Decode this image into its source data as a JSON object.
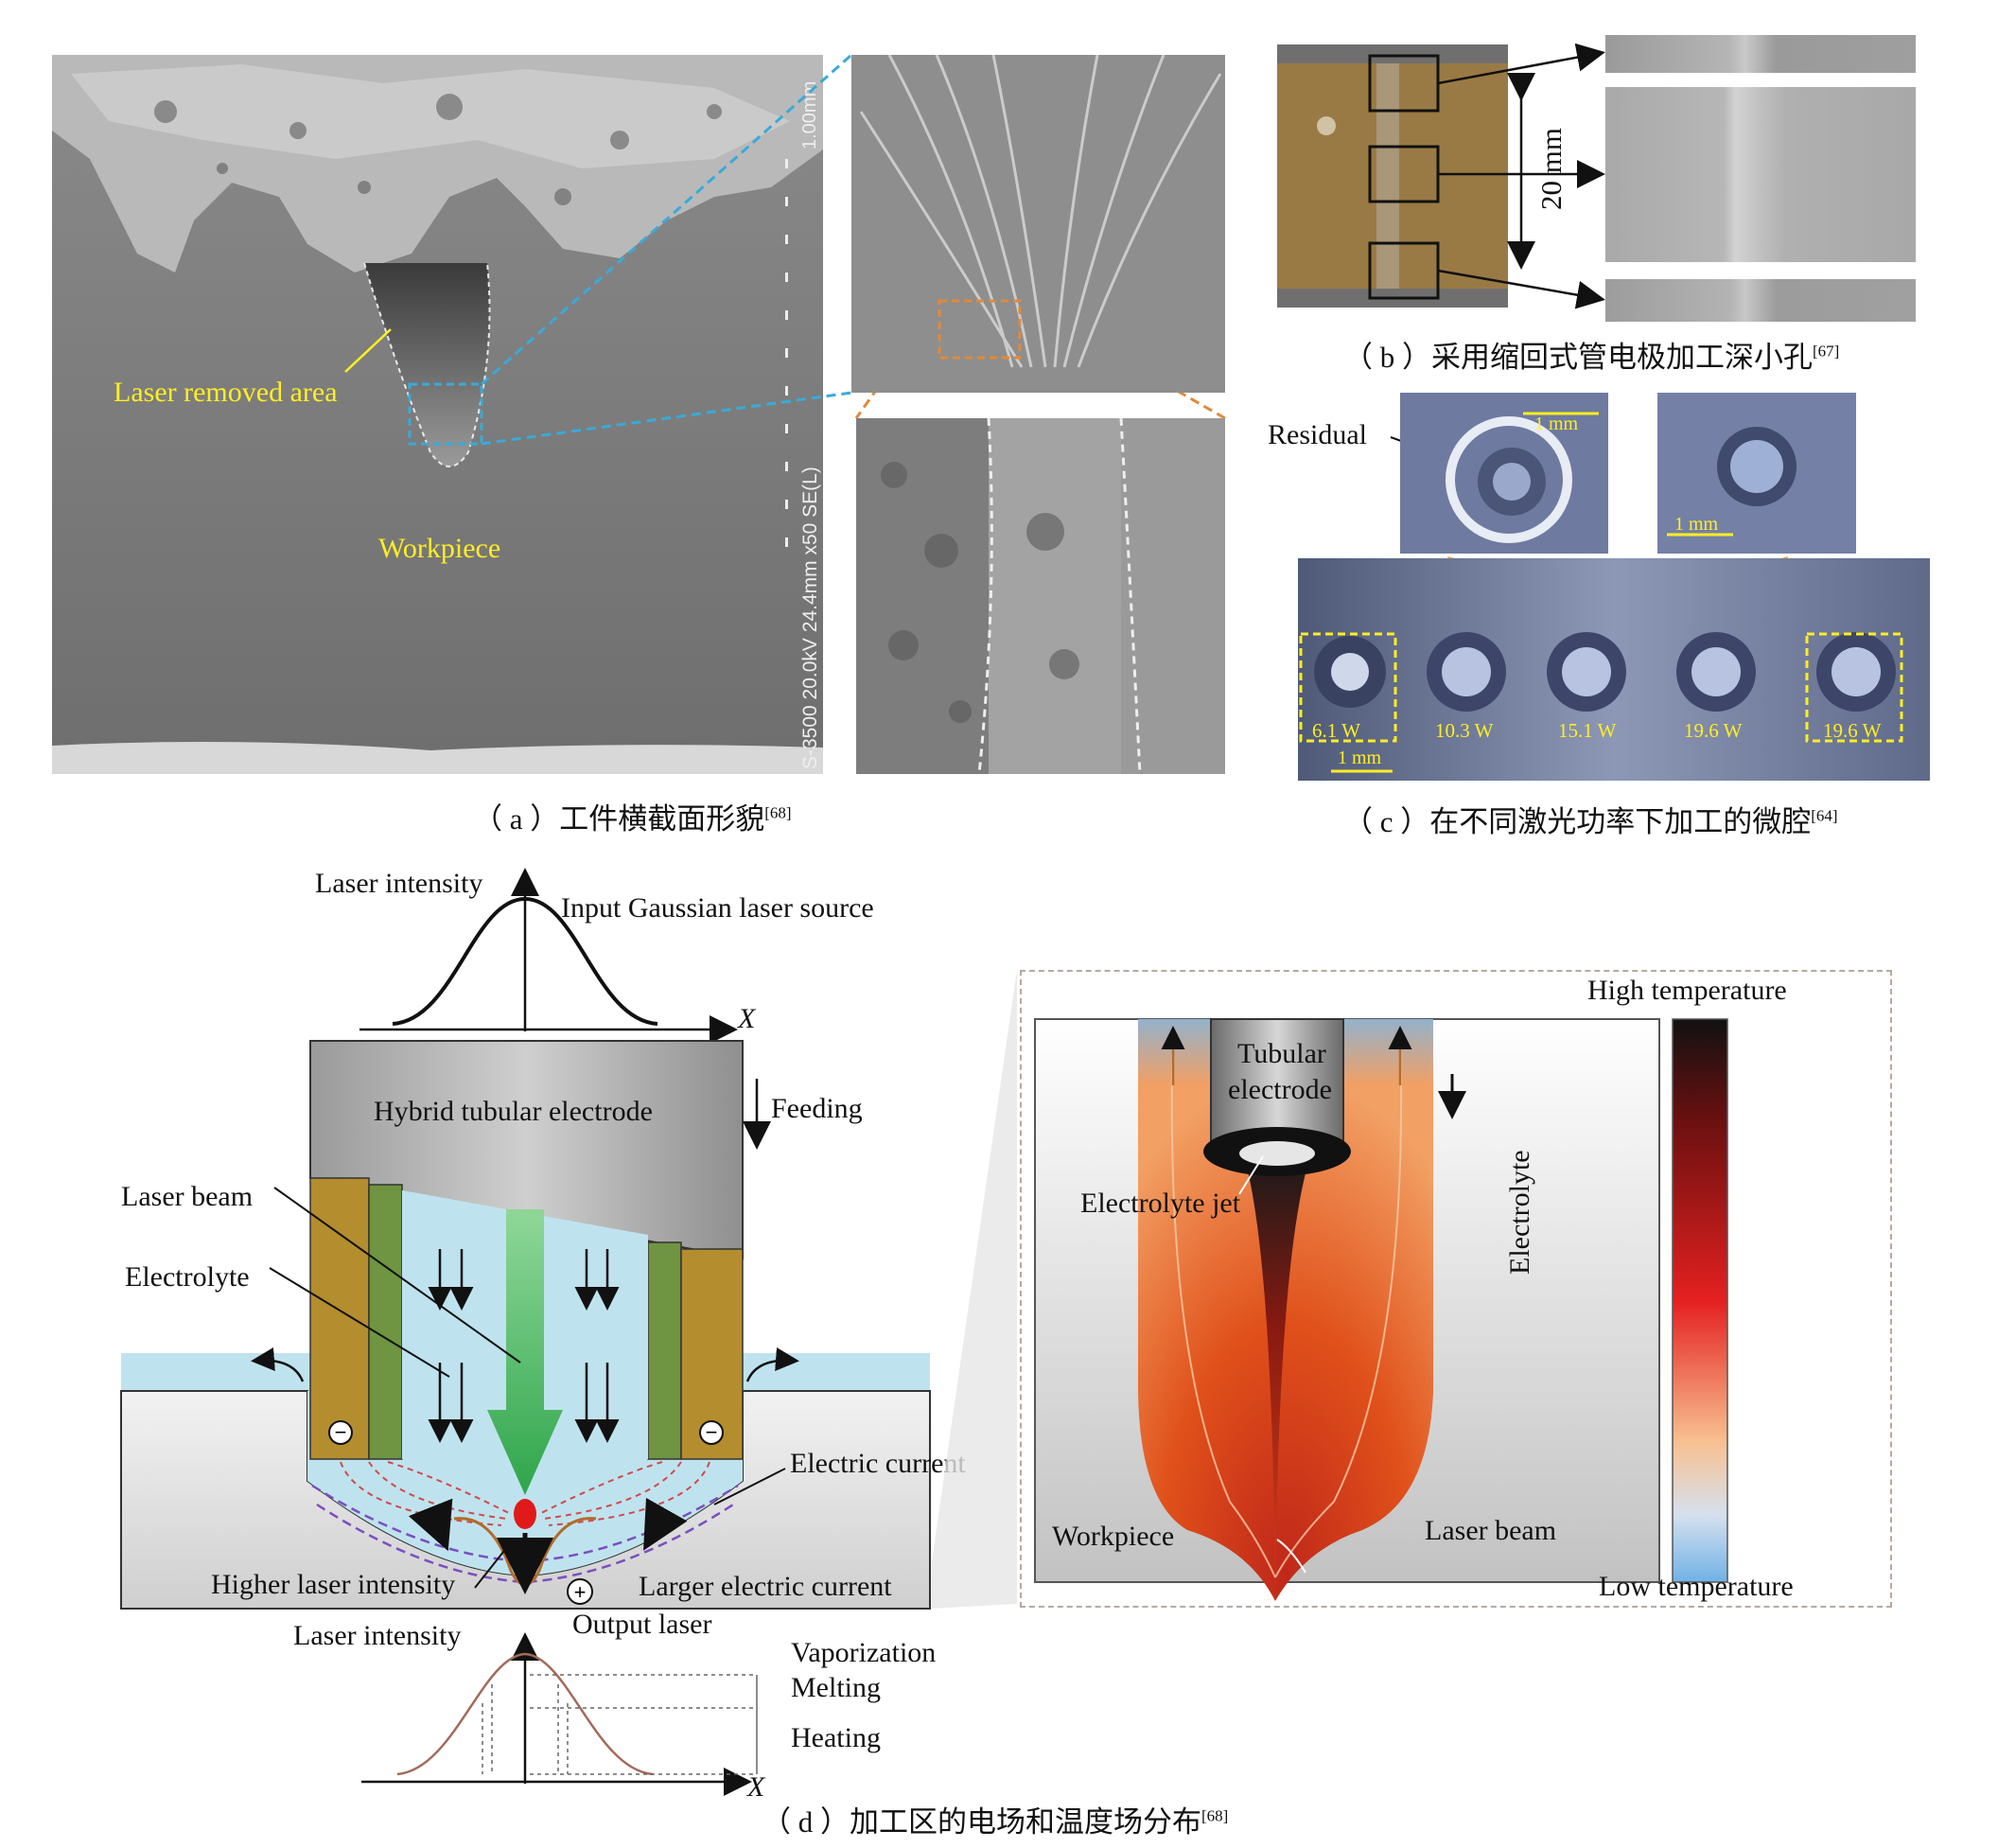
{
  "panel_a": {
    "caption_prefix": "（ a ）工件横截面形貌",
    "caption_ref": "[68]",
    "label_laser_removed": "Laser removed area",
    "label_workpiece": "Workpiece",
    "scale_text": "1.00mm",
    "sem_info": "S-3500 20.0kV 24.4mm x50 SE(L)"
  },
  "panel_b": {
    "caption_prefix": "（ b ）采用缩回式管电极加工深小孔",
    "caption_ref": "[67]",
    "dimension": "20 mm"
  },
  "panel_c": {
    "caption_prefix": "（ c ）在不同激光功率下加工的微腔",
    "caption_ref": "[64]",
    "label_residual": "Residual",
    "scale_1mm": "1 mm",
    "powers": [
      "6.1 W",
      "10.3 W",
      "15.1 W",
      "19.6 W",
      "19.6 W"
    ]
  },
  "panel_d": {
    "caption_prefix": "（ d ）加工区的电场和温度场分布",
    "caption_ref": "[68]",
    "laser_intensity_top": "Laser intensity",
    "input_source": "Input Gaussian laser source",
    "x_axis": "X",
    "hybrid_electrode": "Hybrid tubular electrode",
    "feeding": "Feeding",
    "laser_beam": "Laser beam",
    "electrolyte": "Electrolyte",
    "electric_current": "Electric current",
    "higher_intensity": "Higher laser intensity",
    "larger_current": "Larger electric current",
    "output_laser": "Output laser",
    "laser_intensity_bottom": "Laser intensity",
    "vaporization": "Vaporization",
    "melting": "Melting",
    "heating": "Heating",
    "minus": "−",
    "plus": "+"
  },
  "panel_d_right": {
    "high_temp": "High temperature",
    "low_temp": "Low temperature",
    "tubular": "Tubular",
    "electrode": "electrode",
    "electrolyte_jet": "Electrolyte jet",
    "electrolyte": "Electrolyte",
    "workpiece": "Workpiece",
    "laser_beam": "Laser beam"
  }
}
